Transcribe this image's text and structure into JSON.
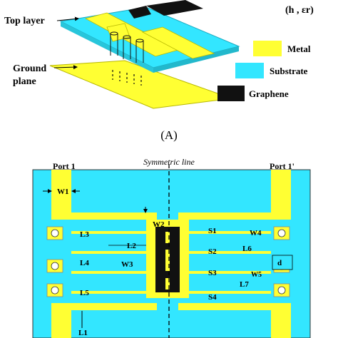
{
  "top": {
    "labels": {
      "top_layer": "Top layer",
      "ground_plane_line1": "Ground",
      "ground_plane_line2": "plane",
      "params": "(h , εr)"
    },
    "legend": [
      {
        "label": "Metal",
        "color": "#ffff33"
      },
      {
        "label": "Substrate",
        "color": "#33e6ff"
      },
      {
        "label": "Graphene",
        "color": "#111111"
      }
    ],
    "caption": "(A)"
  },
  "bottom": {
    "title": "Symmetric line",
    "port_left": "Port 1",
    "port_right": "Port 1'",
    "dims": {
      "W1": "W1",
      "W2": "W2",
      "W3": "W3",
      "W4": "W4",
      "W5": "W5",
      "L1": "L1",
      "L2": "L2",
      "L3": "L3",
      "L4": "L4",
      "L5": "L5",
      "L6": "L6",
      "L7": "L7",
      "S1": "S1",
      "S2": "S2",
      "S3": "S3",
      "S4": "S4",
      "d": "d"
    }
  },
  "colors": {
    "metal": "#ffff33",
    "substrate": "#33e6ff",
    "graphene": "#111111"
  }
}
